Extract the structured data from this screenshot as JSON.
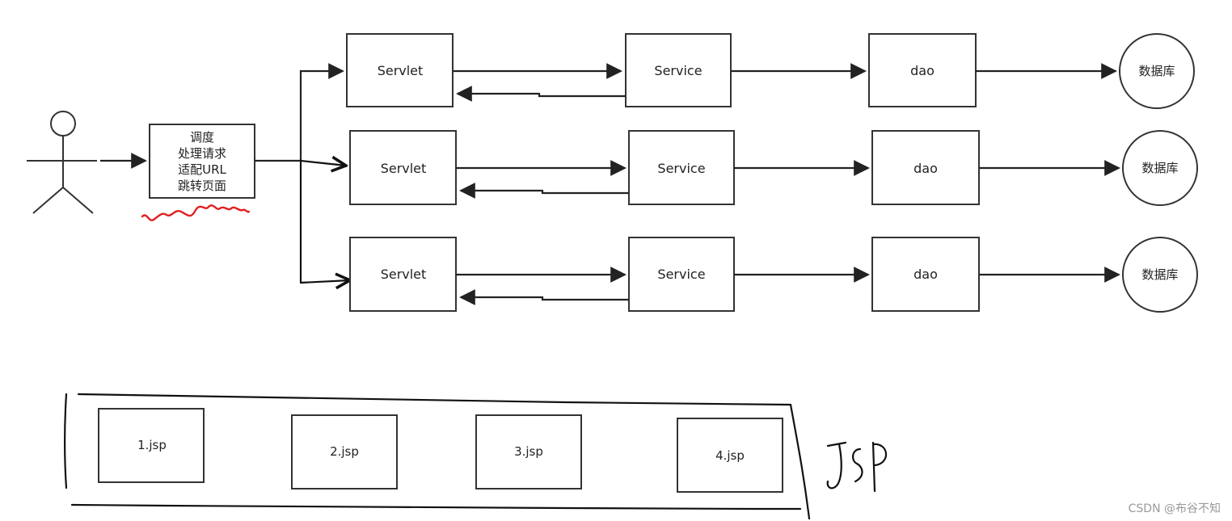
{
  "dispatcher": {
    "lines": [
      "调度",
      "处理请求",
      "适配URL",
      "跳转页面"
    ]
  },
  "rows": [
    {
      "servlet": "Servlet",
      "service": "Service",
      "dao": "dao",
      "database": "数据库"
    },
    {
      "servlet": "Servlet",
      "service": "Service",
      "dao": "dao",
      "database": "数据库"
    },
    {
      "servlet": "Servlet",
      "service": "Service",
      "dao": "dao",
      "database": "数据库"
    }
  ],
  "jsp_pages": [
    "1.jsp",
    "2.jsp",
    "3.jsp",
    "4.jsp"
  ],
  "jsp_group_label": "JSP",
  "watermark": "CSDN @布谷不知",
  "colors": {
    "stroke": "#222222",
    "annotation_red": "#e02020"
  }
}
